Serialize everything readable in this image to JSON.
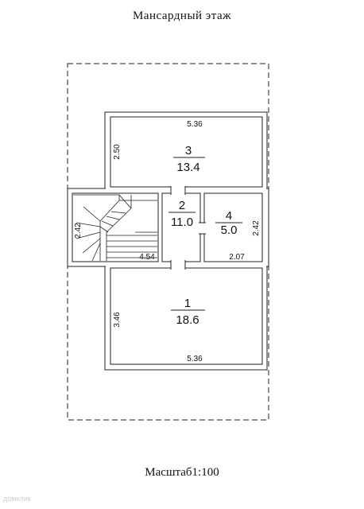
{
  "title": "Мансардный  этаж",
  "scale_label": "Масштаб1:100",
  "watermark": "домклик",
  "rooms": [
    {
      "number": "1",
      "area": "18.6"
    },
    {
      "number": "2",
      "area": "11.0"
    },
    {
      "number": "3",
      "area": "13.4"
    },
    {
      "number": "4",
      "area": "5.0"
    }
  ],
  "dimensions": {
    "room3_width": "5.36",
    "room3_depth": "2.50",
    "stair_depth": "2.42",
    "stair_width": "4.54",
    "room4_depth": "2.42",
    "room4_width": "2.07",
    "room1_depth": "3.46",
    "room1_width": "5.36"
  }
}
